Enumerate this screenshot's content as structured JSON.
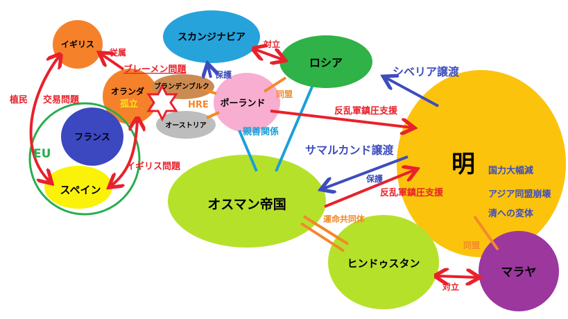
{
  "nodes": {
    "igirisu": "イギリス",
    "scandinavia": "スカンジナビア",
    "russia": "ロシア",
    "oranda": "オランダ",
    "koritsu": "孤立",
    "brandenburg": "ブランデンブルク",
    "austria": "オーストリア",
    "poland": "ポーランド",
    "france": "フランス",
    "spain": "スペイン",
    "ottoman": "オスマン帝国",
    "ming": "明",
    "hindustan": "ヒンドゥスタン",
    "malaya": "マラヤ",
    "hre": "HRE",
    "eu": "EU"
  },
  "relations": {
    "juzoku": "従属",
    "bremen": "ブレーメン問題",
    "hogo1": "保護",
    "tairitsu1": "対立",
    "doumei1": "同盟",
    "siberia": "シベリア譲渡",
    "hanran1": "反乱軍鎮圧支援",
    "shinzen": "親善関係",
    "samarkand": "サマルカンド譲渡",
    "hogo2": "保護",
    "hanran2": "反乱軍鎮圧支援",
    "unmei": "運命共同体",
    "doumei2": "同盟",
    "tairitsu2": "対立",
    "shokumin": "植民",
    "boeki": "交易問題",
    "igirisu_mondai": "イギリス問題"
  },
  "ming_notes": [
    "国力大幅減",
    "アジア同盟崩壊",
    "清への変体"
  ],
  "colors": {
    "red": "#e8212b",
    "blue": "#3d4dbd",
    "orange": "#f2892a",
    "cyan": "#1aa0d8",
    "green": "#27ae4c"
  }
}
